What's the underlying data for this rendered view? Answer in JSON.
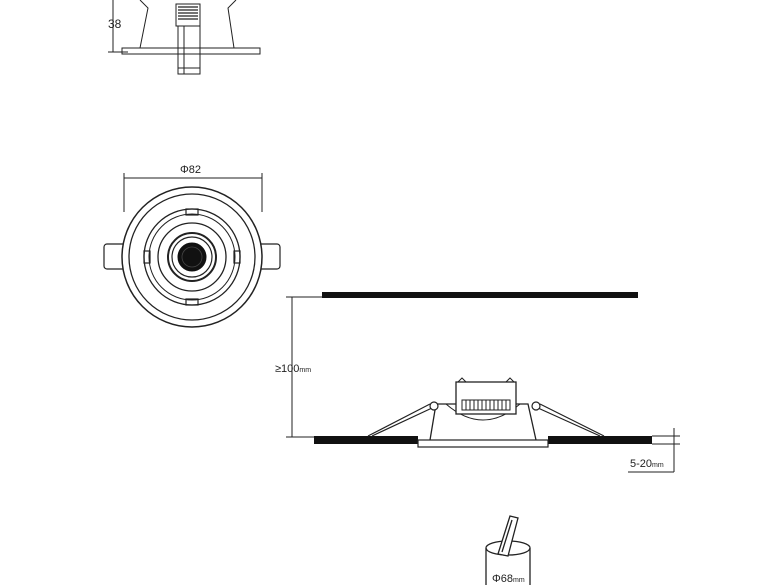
{
  "side_view": {
    "height_label": "38"
  },
  "top_view": {
    "diameter_label": "Φ82"
  },
  "installation_view": {
    "clearance_label": "≥100",
    "clearance_unit": "mm",
    "ceiling_thickness_label": "5-20",
    "ceiling_thickness_unit": "mm"
  },
  "cutout_view": {
    "cutout_label": "Φ68",
    "cutout_unit": "mm"
  },
  "colors": {
    "line": "#222222",
    "fill_dark": "#111111",
    "background": "#ffffff"
  }
}
